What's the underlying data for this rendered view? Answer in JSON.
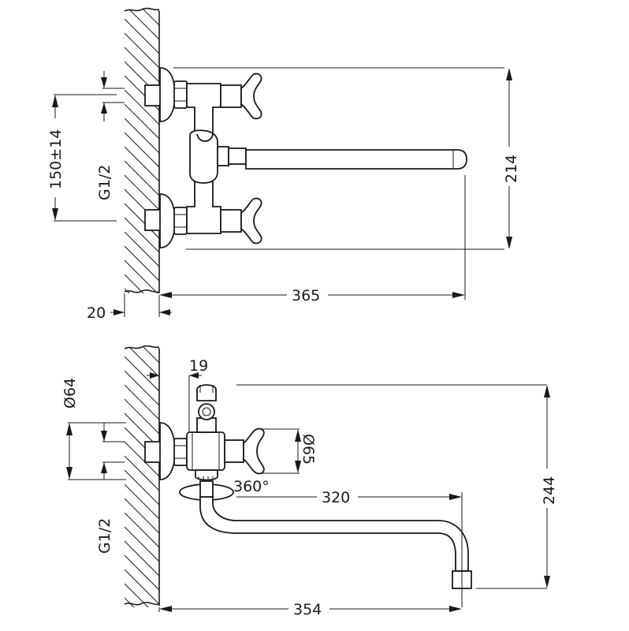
{
  "top_view": {
    "dim_height": "214",
    "dim_inlet_spacing": "150±14",
    "dim_thread": "G1/2",
    "dim_length": "365",
    "dim_wall": "20"
  },
  "side_view": {
    "dim_offset": "19",
    "dim_flange": "Ø64",
    "dim_handle": "Ø65",
    "dim_rotation": "360°",
    "dim_spout_reach": "320",
    "dim_height": "244",
    "dim_thread": "G1/2",
    "dim_total": "354"
  }
}
